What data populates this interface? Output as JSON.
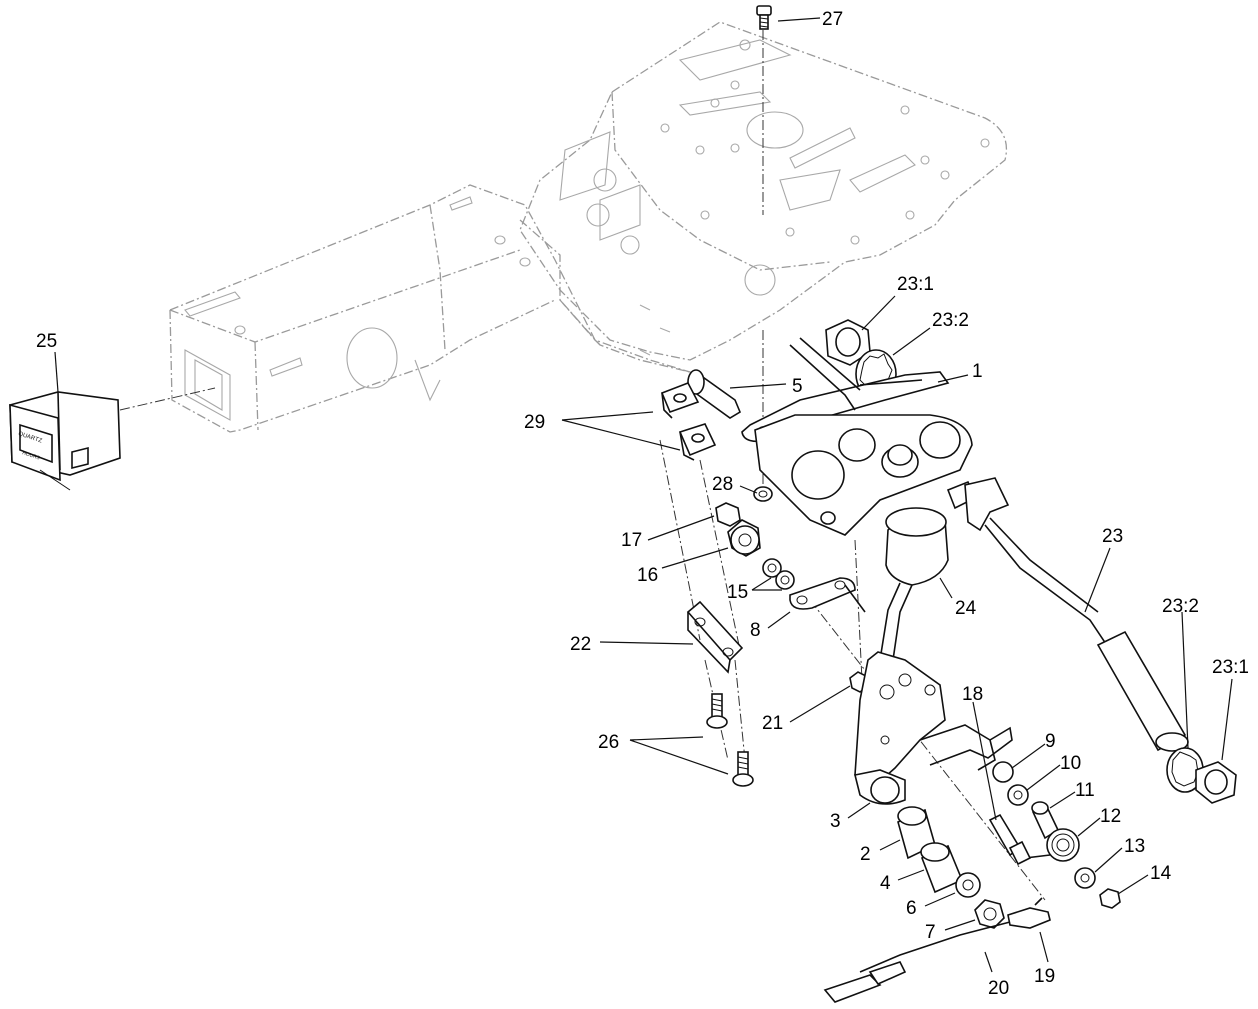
{
  "callouts": {
    "c27": "27",
    "c23_1_top": "23:1",
    "c23_2_top": "23:2",
    "c1": "1",
    "c5": "5",
    "c25": "25",
    "c29": "29",
    "c28": "28",
    "c17": "17",
    "c16": "16",
    "c15": "15",
    "c23": "23",
    "c8": "8",
    "c24": "24",
    "c22": "22",
    "c23_2_right": "23:2",
    "c23_1_right": "23:1",
    "c21": "21",
    "c18": "18",
    "c26": "26",
    "c9": "9",
    "c10": "10",
    "c11": "11",
    "c3": "3",
    "c12": "12",
    "c2": "2",
    "c13": "13",
    "c14": "14",
    "c4": "4",
    "c6": "6",
    "c7": "7",
    "c20": "20",
    "c19": "19"
  },
  "hour_meter": {
    "brand": "QUARTZ",
    "line2": "HOURS"
  },
  "colors": {
    "ink": "#111111",
    "ghost": "#9a9a9a",
    "background": "#ffffff"
  }
}
